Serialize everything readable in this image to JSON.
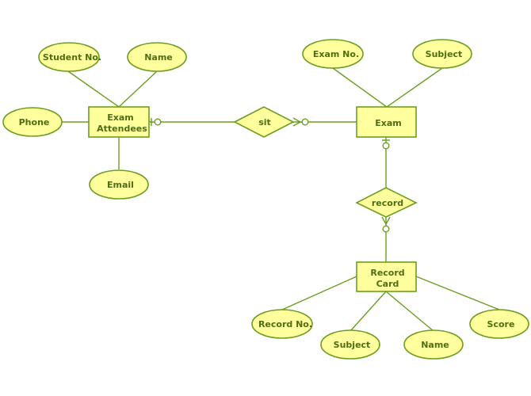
{
  "colors": {
    "stroke": "#6b9e1f",
    "fill": "#ffff9e",
    "text": "#4d6e12"
  },
  "entities": {
    "exam_attendees": [
      "Exam",
      "Attendees"
    ],
    "exam": "Exam",
    "record_card": [
      "Record",
      "Card"
    ]
  },
  "relationships": {
    "sit": "sit",
    "record": "record"
  },
  "attributes": {
    "student_no": "Student No.",
    "name_attendee": "Name",
    "phone": "Phone",
    "email": "Email",
    "exam_no": "Exam No.",
    "subject_exam": "Subject",
    "record_no": "Record No.",
    "subject_record": "Subject",
    "name_record": "Name",
    "score": "Score"
  }
}
